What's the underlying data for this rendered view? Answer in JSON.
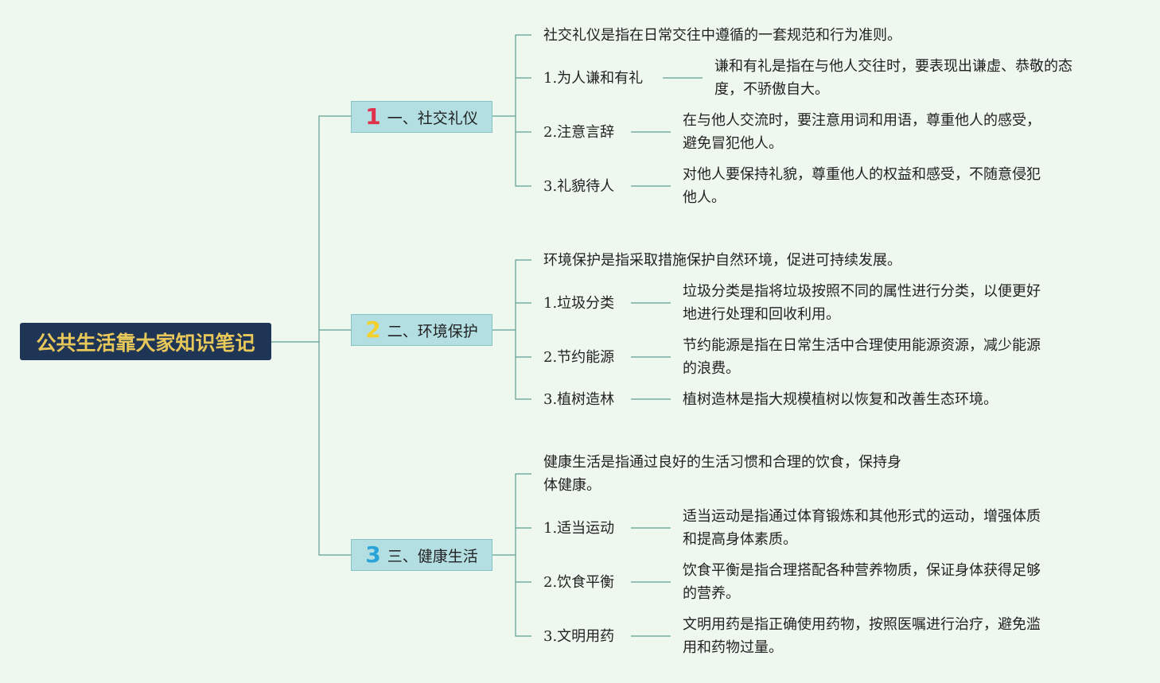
{
  "root": {
    "label": "公共生活靠大家知识笔记"
  },
  "colors": {
    "num1": "#e0314b",
    "num2": "#f3d02c",
    "num3": "#2aa3d9",
    "root_bg": "#1f3556",
    "root_text": "#e9c85a",
    "branch_bg": "#b3dfe2",
    "line": "#5f9f94"
  },
  "branches": [
    {
      "num": "1",
      "label": "一、社交礼仪",
      "definition": "社交礼仪是指在日常交往中遵循的一套规范和行为准则。",
      "items": [
        {
          "label": "1.为人谦和有礼",
          "desc_lines": [
            "谦和有礼是指在与他人交往时，要表现出谦虚、恭敬的态",
            "度，不骄傲自大。"
          ]
        },
        {
          "label": "2.注意言辞",
          "desc_lines": [
            "在与他人交流时，要注意用词和用语，尊重他人的感受，",
            "避免冒犯他人。"
          ]
        },
        {
          "label": "3.礼貌待人",
          "desc_lines": [
            "对他人要保持礼貌，尊重他人的权益和感受，不随意侵犯",
            "他人。"
          ]
        }
      ]
    },
    {
      "num": "2",
      "label": "二、环境保护",
      "definition": "环境保护是指采取措施保护自然环境，促进可持续发展。",
      "items": [
        {
          "label": "1.垃圾分类",
          "desc_lines": [
            "垃圾分类是指将垃圾按照不同的属性进行分类，以便更好",
            "地进行处理和回收利用。"
          ]
        },
        {
          "label": "2.节约能源",
          "desc_lines": [
            "节约能源是指在日常生活中合理使用能源资源，减少能源",
            "的浪费。"
          ]
        },
        {
          "label": "3.植树造林",
          "desc_lines": [
            "植树造林是指大规模植树以恢复和改善生态环境。"
          ]
        }
      ]
    },
    {
      "num": "3",
      "label": "三、健康生活",
      "definition_lines": [
        "健康生活是指通过良好的生活习惯和合理的饮食，保持身",
        "体健康。"
      ],
      "items": [
        {
          "label": "1.适当运动",
          "desc_lines": [
            "适当运动是指通过体育锻炼和其他形式的运动，增强体质",
            "和提高身体素质。"
          ]
        },
        {
          "label": "2.饮食平衡",
          "desc_lines": [
            "饮食平衡是指合理搭配各种营养物质，保证身体获得足够",
            "的营养。"
          ]
        },
        {
          "label": "3.文明用药",
          "desc_lines": [
            "文明用药是指正确使用药物，按照医嘱进行治疗，避免滥",
            "用和药物过量。"
          ]
        }
      ]
    }
  ]
}
